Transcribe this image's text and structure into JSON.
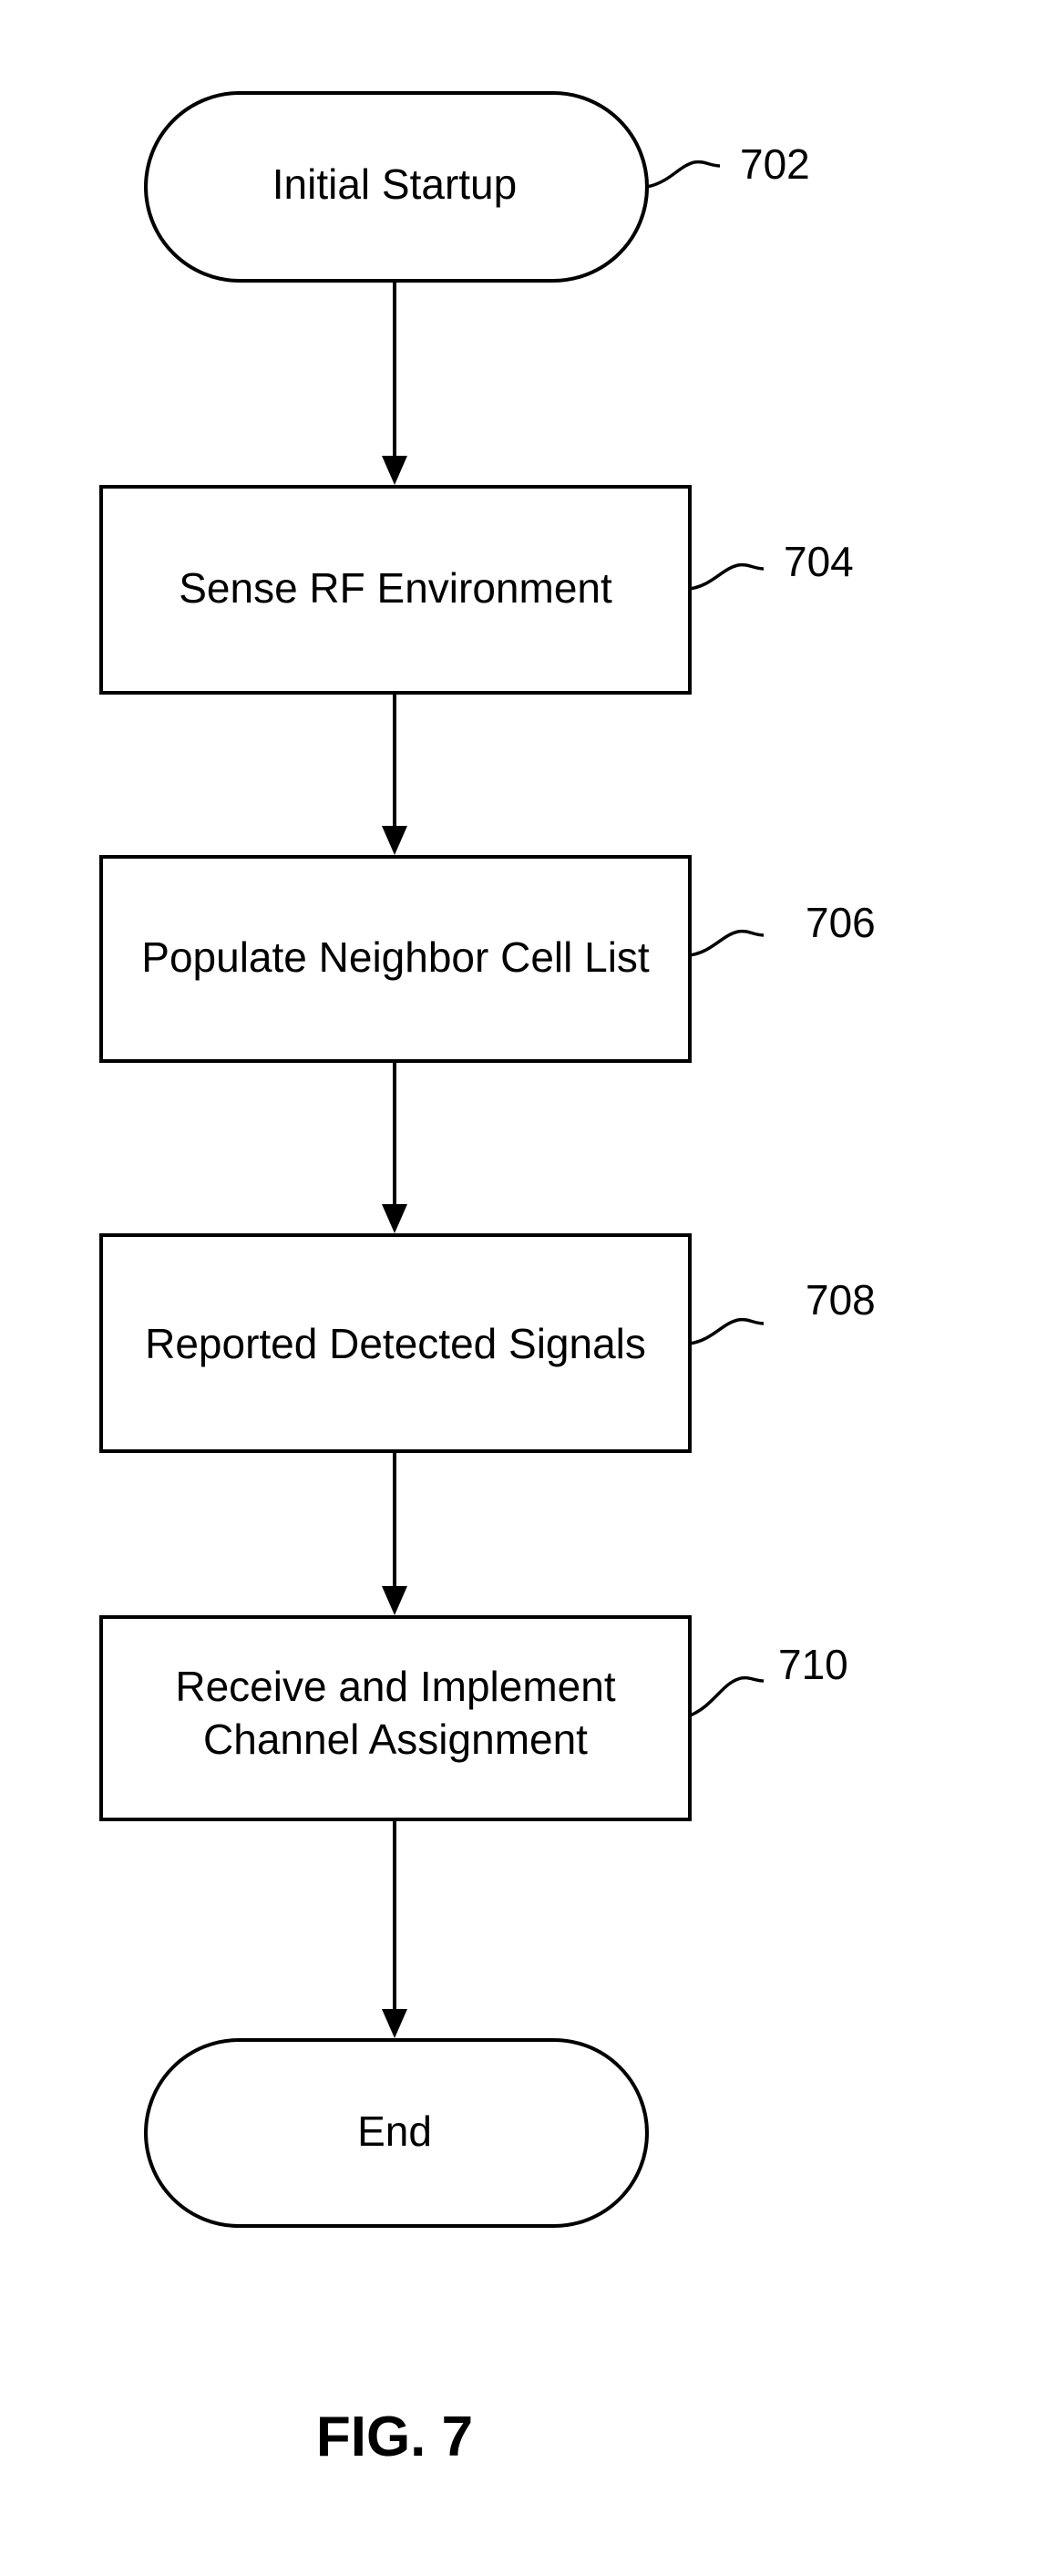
{
  "figure_label": "FIG. 7",
  "nodes": [
    {
      "id": "start",
      "shape": "terminal",
      "lines": [
        "Initial Startup"
      ],
      "ref": "702"
    },
    {
      "id": "sense",
      "shape": "process",
      "lines": [
        "Sense RF Environment"
      ],
      "ref": "704"
    },
    {
      "id": "populate",
      "shape": "process",
      "lines": [
        "Populate Neighbor Cell List"
      ],
      "ref": "706"
    },
    {
      "id": "report",
      "shape": "process",
      "lines": [
        "Reported Detected Signals"
      ],
      "ref": "708"
    },
    {
      "id": "receive",
      "shape": "process",
      "lines": [
        "Receive and Implement",
        "Channel Assignment"
      ],
      "ref": "710"
    },
    {
      "id": "end",
      "shape": "terminal",
      "lines": [
        "End"
      ],
      "ref": ""
    }
  ],
  "edges": [
    {
      "from": "start",
      "to": "sense"
    },
    {
      "from": "sense",
      "to": "populate"
    },
    {
      "from": "populate",
      "to": "report"
    },
    {
      "from": "report",
      "to": "receive"
    },
    {
      "from": "receive",
      "to": "end"
    }
  ],
  "colors": {
    "stroke": "#000000",
    "fill": "#ffffff",
    "text": "#000000"
  }
}
